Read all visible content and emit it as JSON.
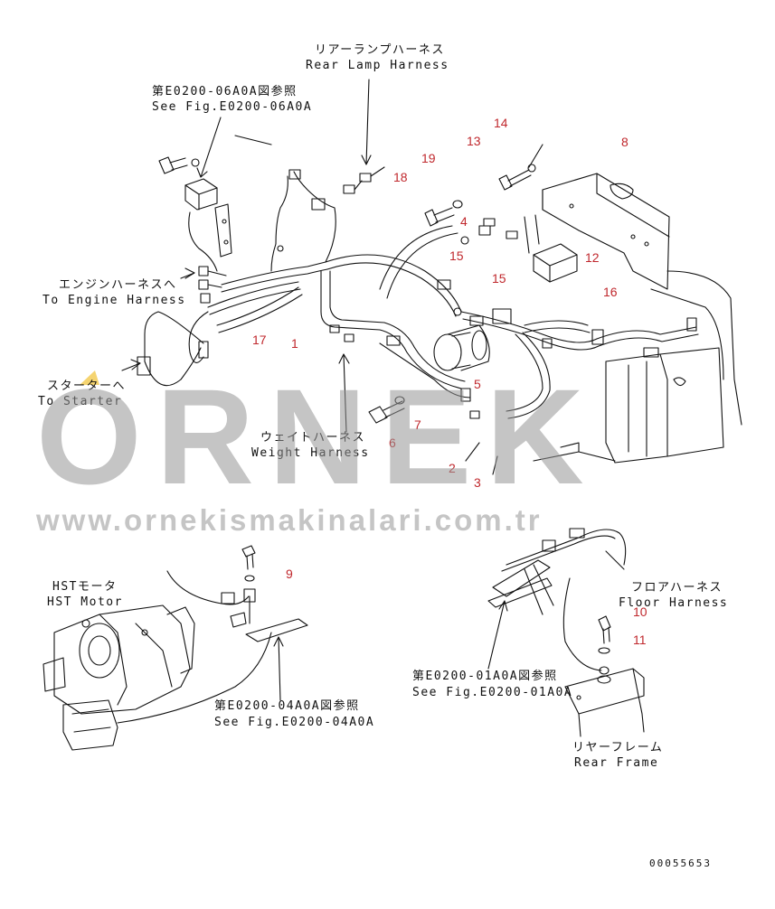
{
  "labels": {
    "rear_lamp_jp": "リアーランプハーネス",
    "rear_lamp_en": "Rear Lamp Harness",
    "ref_top_jp": "第E0200-06A0A図参照",
    "ref_top_en": "See Fig.E0200-06A0A",
    "engine_jp": "エンジンハーネスへ",
    "engine_en": "To Engine Harness",
    "starter_jp": "スターターへ",
    "starter_en": "To Starter",
    "weight_jp": "ウェイトハーネス",
    "weight_en": "Weight Harness",
    "hst_jp": "HSTモータ",
    "hst_en": "HST Motor",
    "ref_mid_jp": "第E0200-04A0A図参照",
    "ref_mid_en": "See Fig.E0200-04A0A",
    "floor_jp": "フロアハーネス",
    "floor_en": "Floor Harness",
    "ref_right_jp": "第E0200-01A0A図参照",
    "ref_right_en": "See Fig.E0200-01A0A",
    "rear_frame_jp": "リヤーフレーム",
    "rear_frame_en": "Rear Frame",
    "drawing_no": "00055653"
  },
  "parts": {
    "p1": "1",
    "p2": "2",
    "p3": "3",
    "p4": "4",
    "p5": "5",
    "p6": "6",
    "p7": "7",
    "p8": "8",
    "p9": "9",
    "p10": "10",
    "p11": "11",
    "p12": "12",
    "p13": "13",
    "p14": "14",
    "p15a": "15",
    "p15b": "15",
    "p16": "16",
    "p17": "17",
    "p18": "18",
    "p19": "19"
  },
  "watermark": {
    "brand": "ORNEK",
    "url": "www.ornekismakinalari.com.tr"
  },
  "colors": {
    "line": "#111111",
    "part_number": "#c0282d",
    "watermark": "#969696",
    "accent": "#f2c94c"
  }
}
